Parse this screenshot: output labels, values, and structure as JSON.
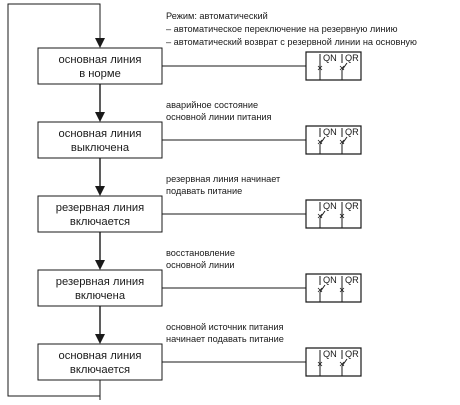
{
  "mode": {
    "title": "Режим: автоматический",
    "line1": "– автоматическое переключение на резервную линию",
    "line2": "– автоматический возврат с резервной линии на основную"
  },
  "switch_labels": {
    "qn": "QN",
    "qr": "QR"
  },
  "steps": [
    {
      "box": [
        "основная линия",
        "в норме"
      ],
      "note": [],
      "qn": "closed",
      "qr": "open"
    },
    {
      "box": [
        "основная линия",
        "выключена"
      ],
      "note": [
        "аварийное состояние",
        "основной линии питания"
      ],
      "qn": "open",
      "qr": "open"
    },
    {
      "box": [
        "резервная линия",
        "включается"
      ],
      "note": [
        "резервная  линия  начинает",
        "подавать питание"
      ],
      "qn": "open",
      "qr": "closed"
    },
    {
      "box": [
        "резервная линия",
        "включена"
      ],
      "note": [
        "восстановление",
        "основной линии"
      ],
      "qn": "open",
      "qr": "closed"
    },
    {
      "box": [
        "основная линия",
        "включается"
      ],
      "note": [
        "основной источник питания",
        "начинает подавать питание"
      ],
      "qn": "closed",
      "qr": "open"
    }
  ]
}
